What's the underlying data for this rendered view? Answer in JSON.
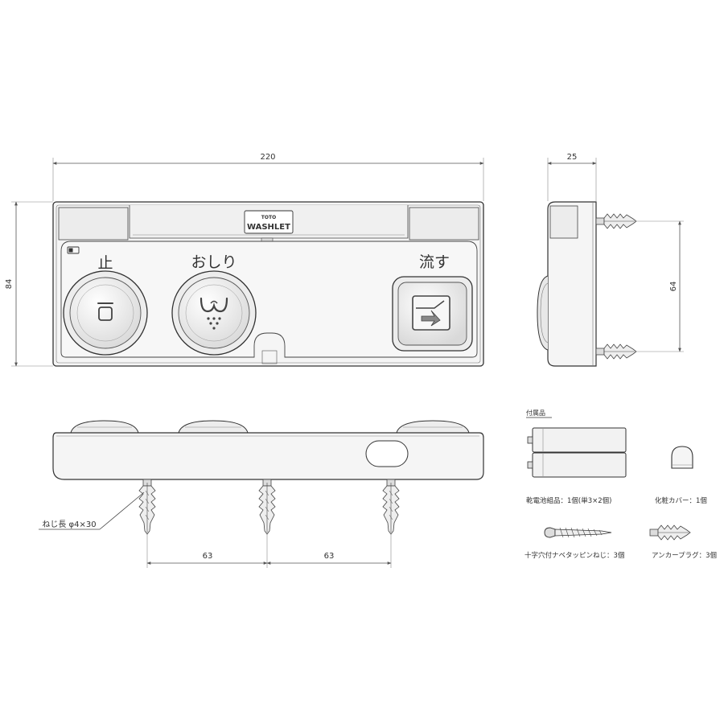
{
  "brand": {
    "logo_line1": "TOTO",
    "logo_line2": "WASHLET"
  },
  "front_view": {
    "width_dim": "220",
    "height_dim": "84",
    "label_stop": "止",
    "label_bidet": "おしり",
    "label_flush": "流す"
  },
  "side_view": {
    "width_dim": "25",
    "pitch_dim": "64"
  },
  "bottom_view": {
    "screw_callout": "ねじ長 φ4×30",
    "pitch_left": "63",
    "pitch_right": "63"
  },
  "accessories": {
    "heading": "付属品",
    "battery": "乾電池組品：1個(単3×2個)",
    "cover": "化粧カバー：1個",
    "screw": "十字穴付ナベタッピンねじ：3個",
    "anchor": "アンカープラグ：3個"
  },
  "colors": {
    "line": "#333333",
    "body_fill": "#f2f2f2",
    "button_fill": "#e9e9e9"
  }
}
